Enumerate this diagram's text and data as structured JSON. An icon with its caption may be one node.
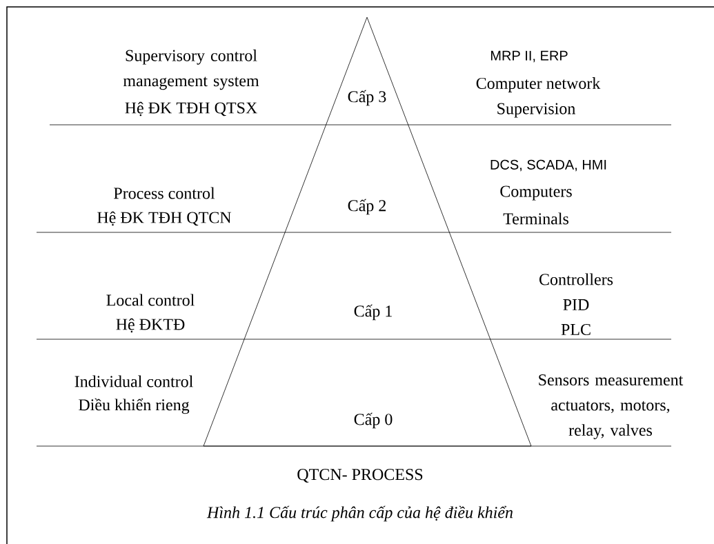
{
  "diagram": {
    "caption": "Hình 1.1 Cấu trúc phân cấp của hệ điều khiển",
    "nodes": [
      {
        "text": [
          "Cấp 3",
          "Cấp 2",
          "Cấp 1",
          "Cấp 0"
        ]
      }
    ],
    "labels": [
      "Supervisory control management system",
      "Hệ ĐK TĐH QTSX",
      "MRP II, ERP",
      "Computer network",
      "Supervision",
      "Process control",
      "Hệ ĐK TĐH QTCN",
      "DCS, SCADA, HMI",
      "Computers",
      "Terminals",
      "Local control",
      "Hệ ĐKTĐ",
      "Controllers",
      "PID",
      "PLC",
      "Individual control",
      "Diều khiển rieng",
      "Sensors measurement actuators, motors, relay, valves",
      "QTCN- PROCESS"
    ]
  }
}
